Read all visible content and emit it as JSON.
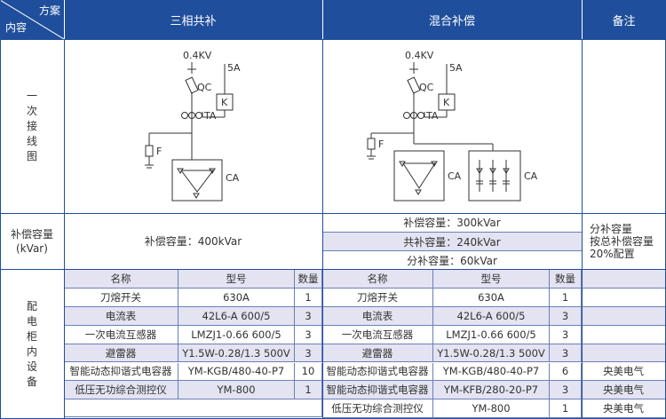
{
  "header": {
    "corner_top": "方案",
    "corner_bottom": "内容",
    "col_three_phase": "三相共补",
    "col_mixed": "混合补偿",
    "col_remark": "备注"
  },
  "wiring": {
    "row_label": [
      "一",
      "次",
      "接",
      "线",
      "图"
    ],
    "voltage": "0.4KV",
    "ct_secondary": "5A",
    "switch": "QC",
    "controller": "K",
    "ct": "TA",
    "arrester": "F",
    "capacitor": "CA"
  },
  "capacity": {
    "row_label_1": "补偿容量",
    "row_label_2": "(kVar)",
    "three_phase": "补偿容量：400kVar",
    "mixed_total": "补偿容量：300kVar",
    "mixed_common": "共补容量：240kVar",
    "mixed_split": "分补容量：60kVar",
    "remark_1": "分补容量",
    "remark_2": "按总补偿容量",
    "remark_3": "20%配置"
  },
  "equipment": {
    "row_label": [
      "配",
      "电",
      "柜",
      "内",
      "设",
      "备"
    ],
    "columns": {
      "name": "名称",
      "model": "型号",
      "qty": "数量"
    },
    "left": [
      {
        "name": "刀熔开关",
        "model": "630A",
        "qty": "1"
      },
      {
        "name": "电流表",
        "model": "42L6-A 600/5",
        "qty": "3"
      },
      {
        "name": "一次电流互感器",
        "model": "LMZJ1-0.66 600/5",
        "qty": "3"
      },
      {
        "name": "避雷器",
        "model": "Y1.5W-0.28/1.3 500V",
        "qty": "3"
      },
      {
        "name": "智能动态抑谐式电容器",
        "model": "YM-KGB/480-40-P7",
        "qty": "10"
      },
      {
        "name": "低压无功综合测控仪",
        "model": "YM-800",
        "qty": "1"
      }
    ],
    "right": [
      {
        "name": "刀熔开关",
        "model": "630A",
        "qty": "1",
        "remark": ""
      },
      {
        "name": "电流表",
        "model": "42L6-A 600/5",
        "qty": "3",
        "remark": ""
      },
      {
        "name": "一次电流互感器",
        "model": "LMZJ1-0.66 600/5",
        "qty": "3",
        "remark": ""
      },
      {
        "name": "避雷器",
        "model": "Y1.5W-0.28/1.3 500V",
        "qty": "3",
        "remark": ""
      },
      {
        "name": "智能动态抑谐式电容器",
        "model": "YM-KGB/480-40-P7",
        "qty": "6",
        "remark": "央美电气"
      },
      {
        "name": "智能动态抑谐式电容器",
        "model": "YM-KFB/280-20-P7",
        "qty": "3",
        "remark": "央美电气"
      },
      {
        "name": "低压无功综合测控仪",
        "model": "YM-800",
        "qty": "1",
        "remark": "央美电气"
      }
    ]
  }
}
